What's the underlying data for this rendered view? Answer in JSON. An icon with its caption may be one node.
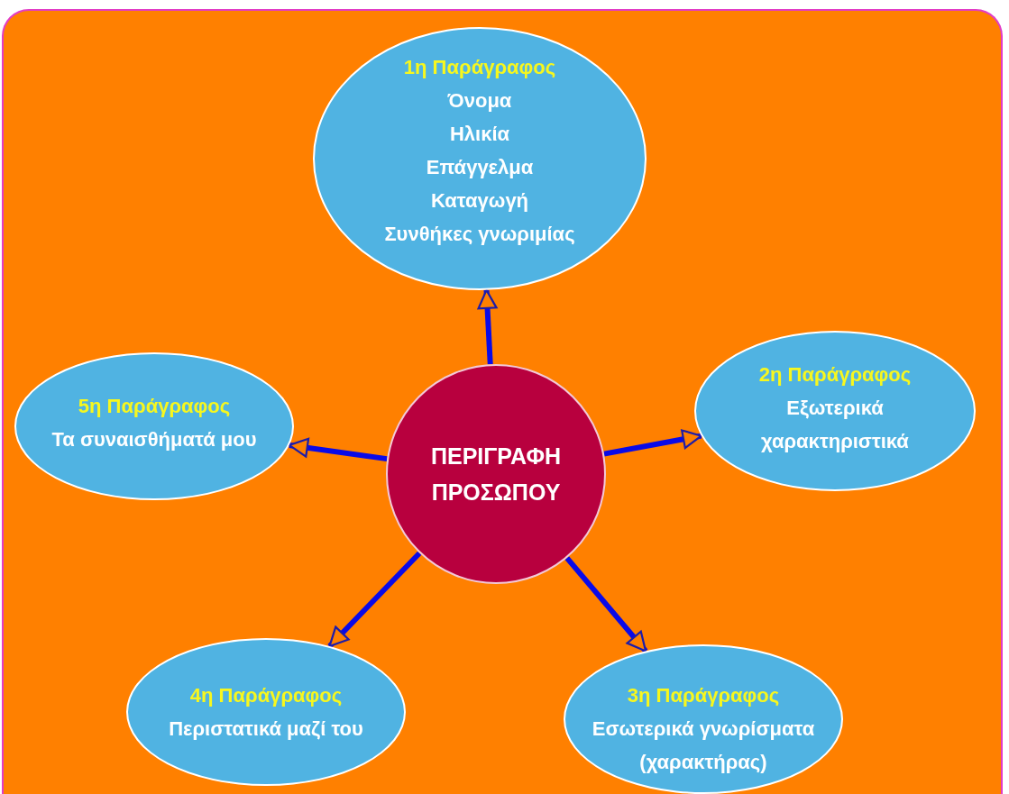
{
  "diagram": {
    "nodes": [
      {
        "text": [
          "1η Παράγραφος",
          "Όνομα",
          "Ηλικία",
          "Επάγγελμα",
          "Καταγωγή",
          "Συνθήκες γνωριμίας"
        ]
      },
      {
        "text": [
          "5η Παράγραφος",
          "Τα συναισθήματά μου"
        ]
      },
      {
        "text": [
          "ΠΕΡΙΓΡΑΦΗ ΠΡΟΣΩΠΟΥ"
        ]
      },
      {
        "text": [
          "2η Παράγραφος",
          "Εξωτερικά χαρακτηριστικά"
        ]
      },
      {
        "text": [
          "4η Παράγραφος",
          "Περιστατικά μαζί του"
        ]
      },
      {
        "text": [
          "3η Παράγραφος",
          "Εσωτερικά γνωρίσματα (χαρακτήρας)"
        ]
      }
    ],
    "edges": [
      {
        "from": 2,
        "to": 0,
        "arrow": "to"
      },
      {
        "from": 2,
        "to": 3,
        "arrow": "to"
      },
      {
        "from": 2,
        "to": 5,
        "arrow": "to"
      },
      {
        "from": 2,
        "to": 4,
        "arrow": "to"
      },
      {
        "from": 2,
        "to": 1,
        "arrow": "to"
      }
    ]
  }
}
